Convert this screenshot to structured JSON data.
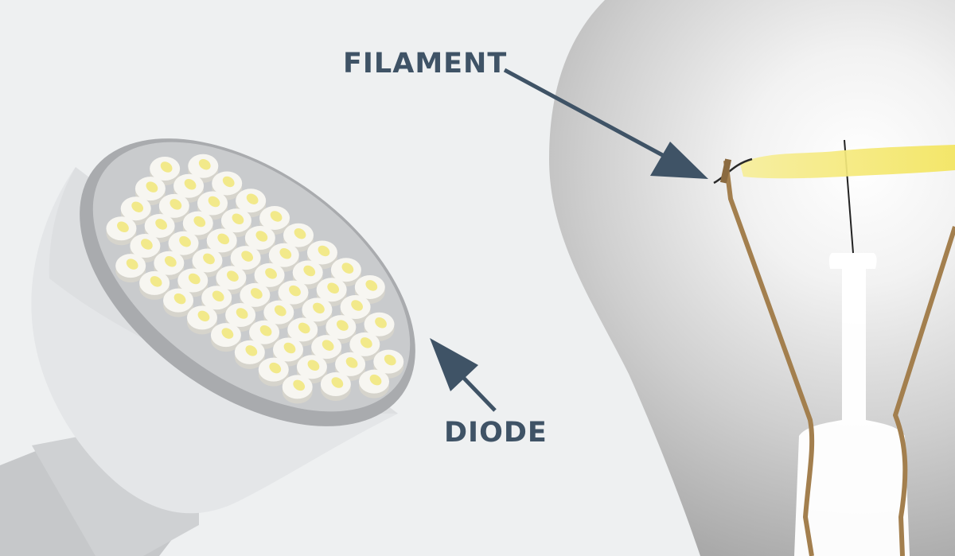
{
  "labels": {
    "filament": "FILAMENT",
    "diode": "DIODE"
  },
  "colors": {
    "background": "#eef0f1",
    "label_text": "#3f5366",
    "arrow": "#3f5366",
    "led_body": "#e6e8ea",
    "led_rim": "#a9abae",
    "led_cap": "#f7f6f1",
    "led_chip": "#f2e98a",
    "incandescent_glass": "#d8d8d8",
    "filament_glow": "#f6ea82",
    "support_wire": "#a37f4e"
  },
  "diagram": {
    "left_object": "led-bulb",
    "right_object": "incandescent-bulb",
    "left_object_icon": "led-bulb-icon",
    "right_object_icon": "incandescent-bulb-icon"
  }
}
